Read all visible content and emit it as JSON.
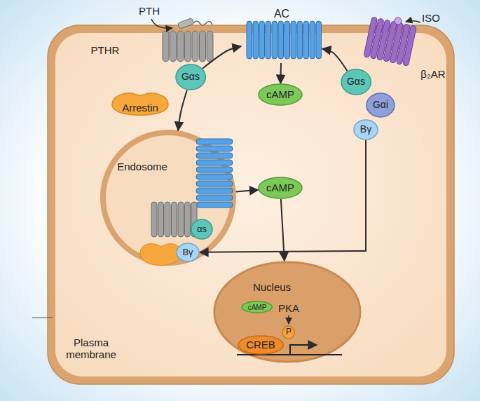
{
  "diagram": {
    "nodes": [
      {
        "text": [
          "AC"
        ]
      },
      {
        "text": [
          "Gαs"
        ]
      },
      {
        "text": [
          "Arrestin"
        ]
      },
      {
        "text": [
          "cAMP"
        ]
      },
      {
        "text": [
          "Gαs"
        ]
      },
      {
        "text": [
          "Gαi"
        ]
      },
      {
        "text": [
          "Bγ"
        ]
      },
      {
        "text": [
          "Endosome"
        ]
      },
      {
        "text": [
          "αs"
        ],
        "in": 7
      },
      {
        "text": [
          "Bγ"
        ],
        "in": 7
      },
      {
        "text": [
          "cAMP"
        ]
      },
      {
        "text": [
          "Nucleus"
        ]
      },
      {
        "text": [
          "cAMP"
        ],
        "in": 11
      },
      {
        "text": [
          "CREB"
        ],
        "in": 11
      },
      {
        "text": [
          "P"
        ],
        "in": 11
      }
    ],
    "edges": [
      {
        "from": 1,
        "to": 0,
        "arrow": "to"
      },
      {
        "from": 0,
        "to": 3,
        "arrow": "to"
      },
      {
        "from": 4,
        "to": 0,
        "arrow": "to"
      },
      {
        "from": 1,
        "to": 7,
        "arrow": "to"
      },
      {
        "from": 7,
        "to": 10,
        "arrow": "to"
      },
      {
        "from": 10,
        "to": 11,
        "arrow": "to"
      },
      {
        "from": 6,
        "to": 9,
        "arrow": "to"
      }
    ],
    "labels": [
      "PTH",
      "PTHR",
      "ISO",
      "β₂AR",
      "PKA",
      "Plasma membrane"
    ]
  }
}
